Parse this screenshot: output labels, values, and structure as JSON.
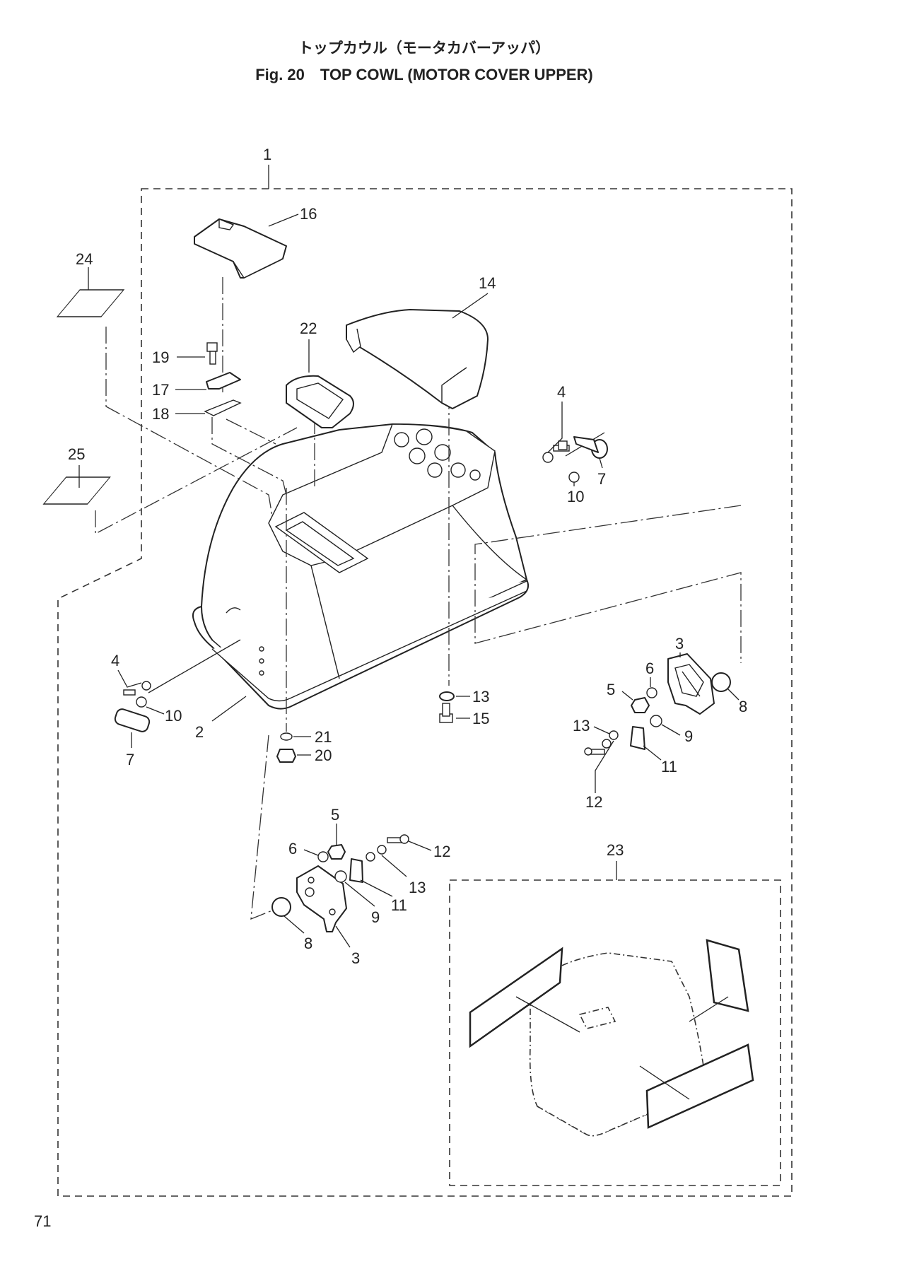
{
  "header": {
    "title_jp": "トップカウル（モータカバーアッパ）",
    "title_en": "Fig. 20　TOP COWL (MOTOR COVER UPPER)"
  },
  "page_number": "71",
  "callouts": {
    "c1": "1",
    "c16": "16",
    "c24": "24",
    "c14": "14",
    "c22": "22",
    "c19": "19",
    "c17": "17",
    "c18": "18",
    "c25": "25",
    "c4a": "4",
    "c7a": "7",
    "c10a": "10",
    "c4b": "4",
    "c10b": "10",
    "c7b": "7",
    "c2": "2",
    "c21": "21",
    "c20": "20",
    "c13a": "13",
    "c15": "15",
    "c3a": "3",
    "c6a": "6",
    "c5a": "5",
    "c8a": "8",
    "c13b": "13",
    "c9a": "9",
    "c11a": "11",
    "c12a": "12",
    "c5b": "5",
    "c6b": "6",
    "c12b": "12",
    "c13c": "13",
    "c11b": "11",
    "c9b": "9",
    "c8b": "8",
    "c3b": "3",
    "c23": "23"
  }
}
